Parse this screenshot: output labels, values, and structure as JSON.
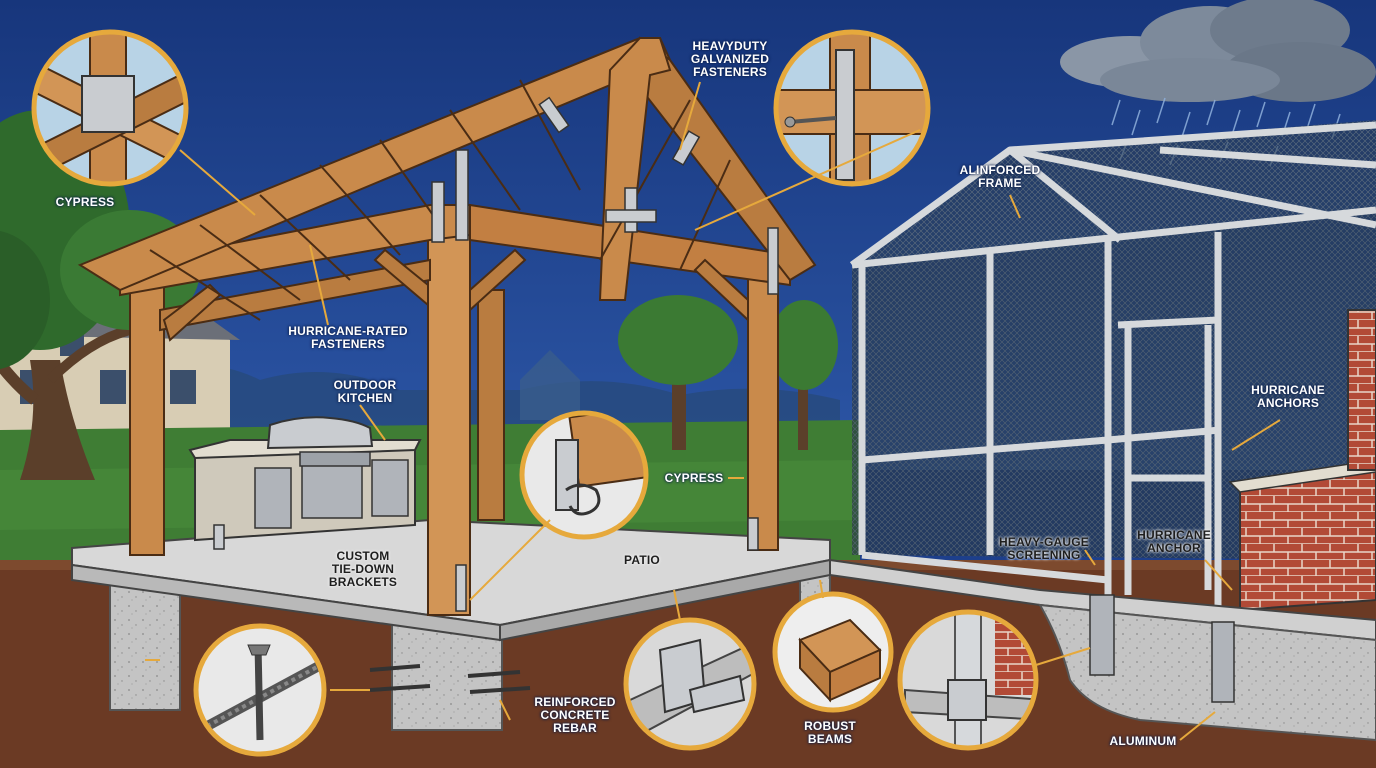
{
  "labels": {
    "heavy_duty_fasteners": "HEAVYDUTY\nGALVANIZED\nFASTENERS",
    "cypress_top": "CYPRESS",
    "hurricane_rated_fasteners": "HURRICANE-RATED\nFASTENERS",
    "outdoor_kitchen": "OUTDOOR\nKITCHEN",
    "cypress_post": "CYPRESS",
    "reinforced_frame": "ALINFORCED\nFRAME",
    "hurricane_anchors": "HURRICANE\nANCHORS",
    "heavy_gauge_screening": "HEAVY-GAUGE\nSCREENING",
    "hurricane_anchor": "HURRICANE\nANCHOR",
    "custom_tie_down": "CUSTOM\nTIE-DOWN\nBRACKETS",
    "patio": "PATIO",
    "reinforced_concrete_rebar": "REINFORCED\nCONCRETE\nREBAR",
    "robust_beams": "ROBUST\nBEAMS",
    "aluminum": "ALUMINUM"
  },
  "colors": {
    "sky": "#1d3f8c",
    "wood": "#c98a4b",
    "soil": "#6b3a24",
    "concrete": "#c9c9c9",
    "brick": "#b24a36",
    "aluminum_frame": "#d6d9dc",
    "callout_ring": "#e6a93c",
    "grass": "#3f7d34"
  },
  "icons": [
    "storm-cloud-icon",
    "rain-icon",
    "bracket-icon",
    "screw-icon",
    "rebar-icon"
  ]
}
